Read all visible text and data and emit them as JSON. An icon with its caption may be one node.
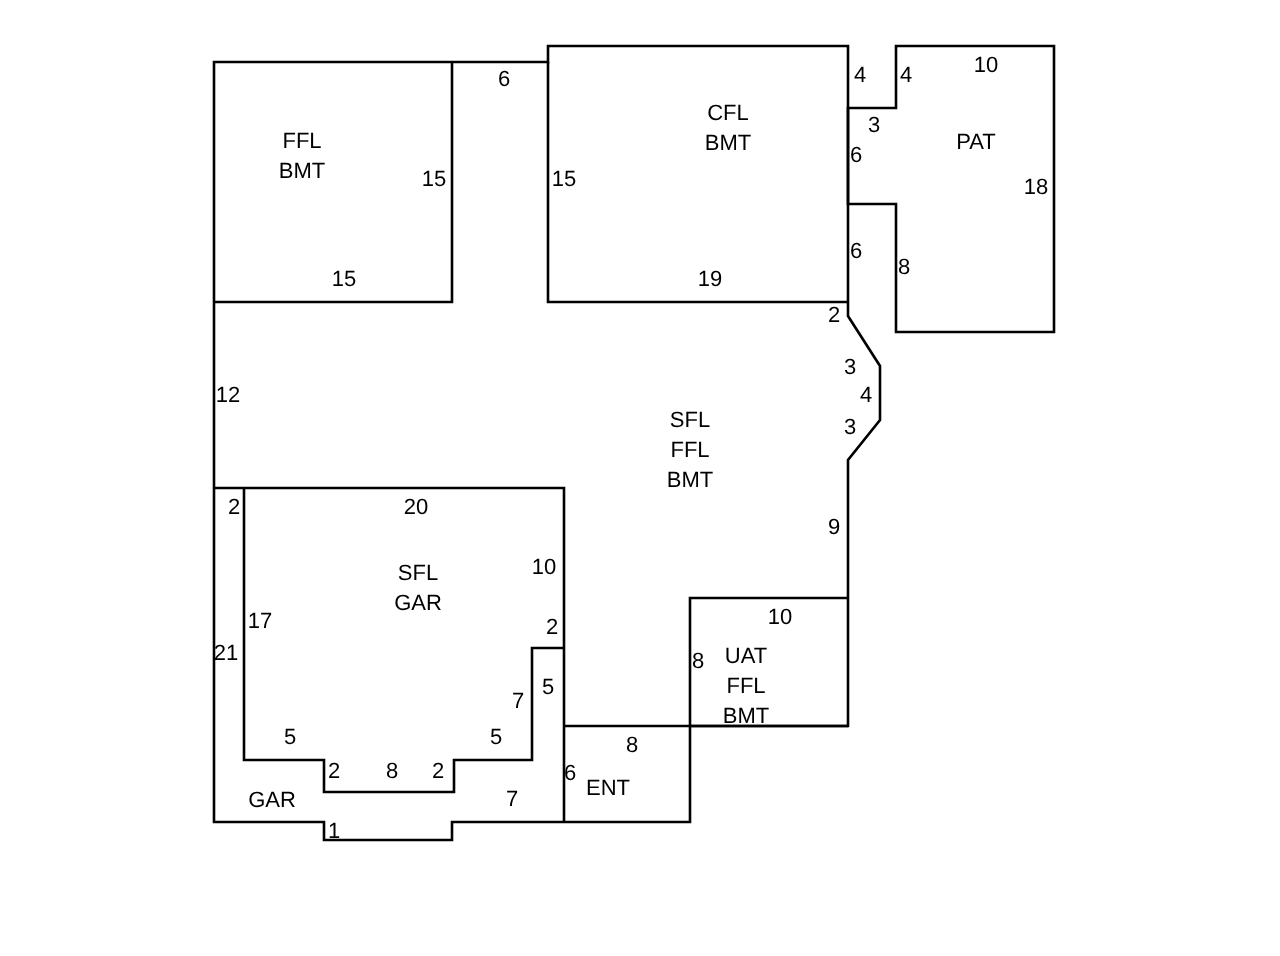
{
  "diagram": {
    "nodes": [
      {
        "text": [
          "FFL BMT"
        ]
      },
      {
        "text": [
          "CFL BMT"
        ]
      },
      {
        "text": [
          "PAT"
        ]
      },
      {
        "text": [
          "SFL FFL BMT"
        ]
      },
      {
        "text": [
          "GAR"
        ]
      },
      {
        "text": [
          "SFL GAR"
        ],
        "in": 4
      },
      {
        "text": [
          "UAT FFL BMT"
        ]
      },
      {
        "text": [
          "ENT"
        ]
      }
    ],
    "edges": [],
    "labels": [
      "6",
      "4",
      "4",
      "10",
      "3",
      "6",
      "15",
      "15",
      "18",
      "6",
      "8",
      "15",
      "19",
      "2",
      "3",
      "12",
      "4",
      "3",
      "2",
      "20",
      "9",
      "10",
      "17",
      "2",
      "10",
      "21",
      "8",
      "5",
      "7",
      "5",
      "5",
      "8",
      "2",
      "8",
      "2",
      "6",
      "7",
      "1"
    ]
  }
}
